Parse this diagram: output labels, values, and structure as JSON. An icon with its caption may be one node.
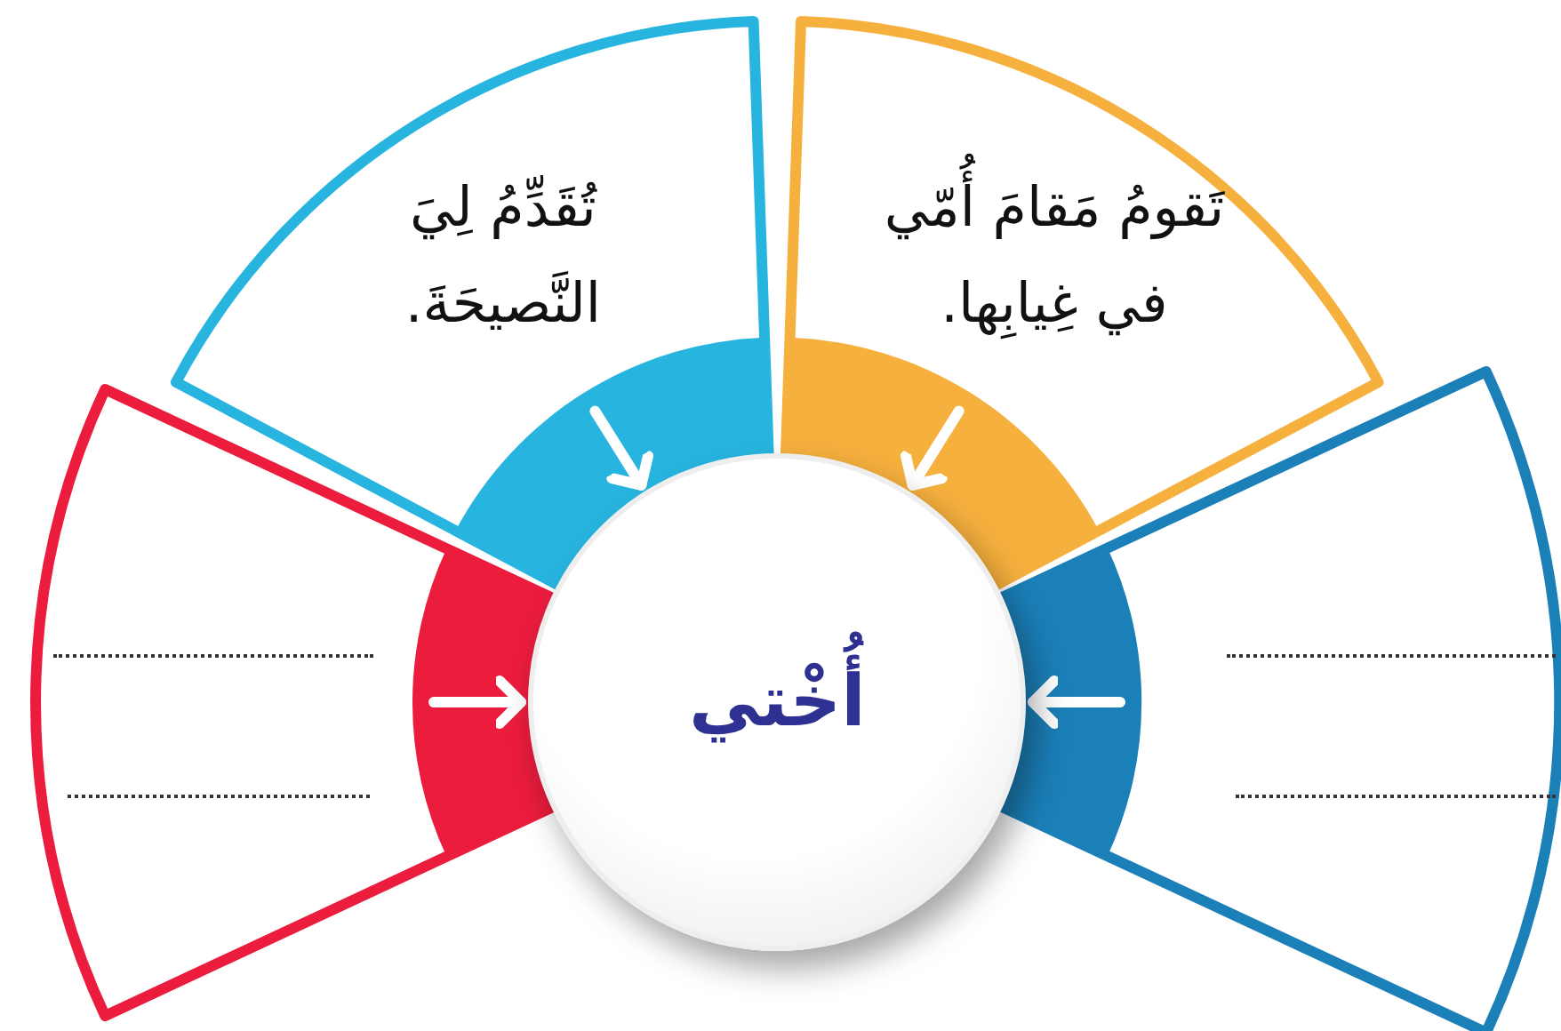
{
  "diagram": {
    "nodes": [
      {
        "text": [
          "تُقَدِّمُ لِيَ النَّصيحَةَ."
        ]
      },
      {
        "text": [
          "تَقومُ مَقامَ أُمّي في غِيابِها."
        ]
      },
      {
        "text": [],
        "shape": "box"
      },
      {
        "text": [
          "أُخْتي"
        ]
      },
      {
        "text": [],
        "shape": "box"
      }
    ],
    "edges": [
      {
        "from": 0,
        "to": 3,
        "arrow": "to"
      },
      {
        "from": 1,
        "to": 3,
        "arrow": "to"
      },
      {
        "from": 2,
        "to": 3,
        "arrow": "to"
      },
      {
        "from": 4,
        "to": 3,
        "arrow": "to"
      }
    ]
  }
}
